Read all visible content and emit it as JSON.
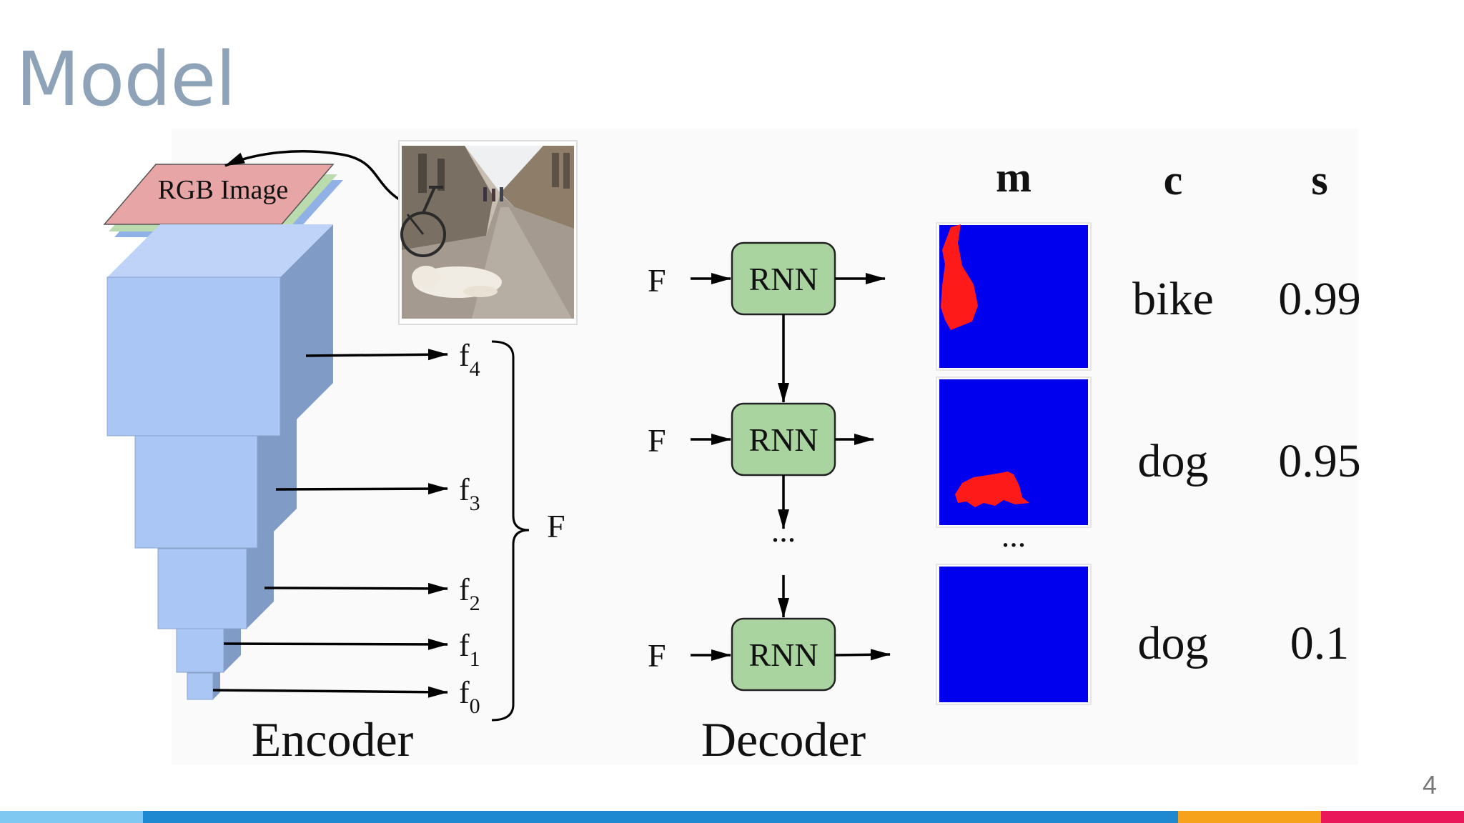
{
  "slide": {
    "title": "Model",
    "page_number": "4"
  },
  "encoder": {
    "label": "Encoder",
    "input_label": "RGB Image",
    "features": [
      "4",
      "3",
      "2",
      "1",
      "0"
    ],
    "feature_prefix": "f",
    "concat_label": "F"
  },
  "decoder": {
    "label": "Decoder",
    "block_label": "RNN",
    "input_label": "F",
    "ellipsis": "..."
  },
  "outputs": {
    "headers": {
      "mask": "m",
      "class": "c",
      "score": "s"
    },
    "rows": [
      {
        "class": "bike",
        "score": "0.99"
      },
      {
        "class": "dog",
        "score": "0.95"
      },
      {
        "class": "dog",
        "score": "0.1"
      }
    ],
    "ellipsis": "..."
  },
  "colors": {
    "mask_bg": "#0000ee",
    "mask_fg": "#ff1a1a",
    "rnn_fill": "#a9d4a0",
    "cube_front": "#a9c6f5",
    "cube_side": "#809bc6",
    "cube_top": "#bed3f7"
  }
}
